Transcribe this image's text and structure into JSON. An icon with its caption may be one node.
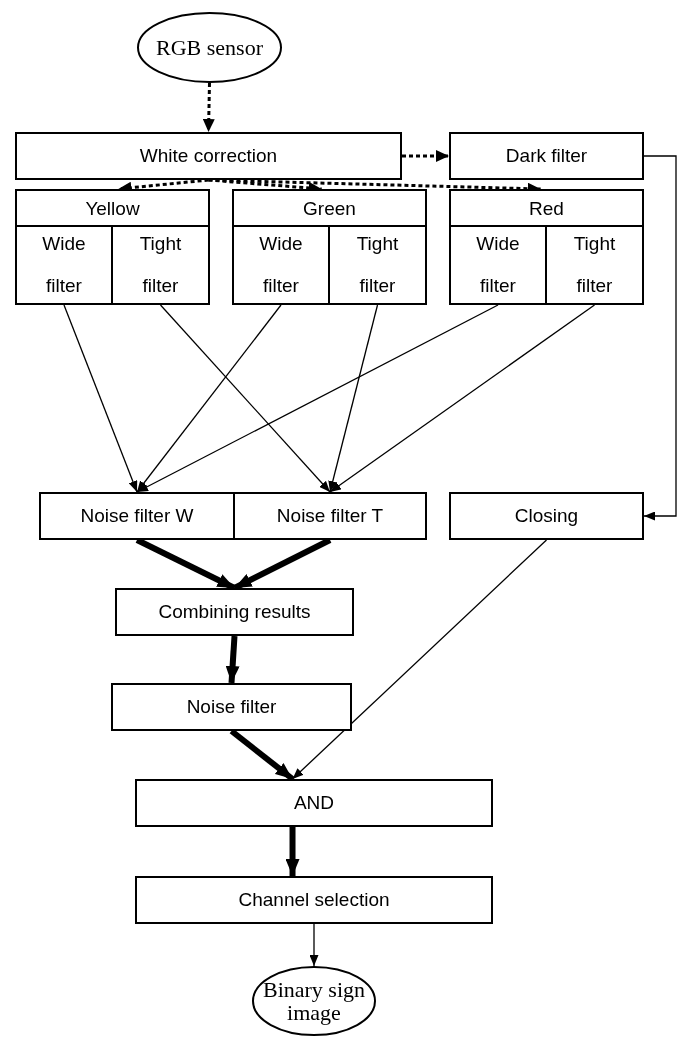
{
  "diagram": {
    "nodes": [
      {
        "text": [
          "RGB sensor"
        ]
      },
      {
        "text": [
          "White correction"
        ]
      },
      {
        "text": [
          "Dark filter"
        ]
      },
      {
        "text": [
          "Yellow"
        ]
      },
      {
        "text": [
          "Wide filter"
        ],
        "in": 3
      },
      {
        "text": [
          "Tight filter"
        ],
        "in": 3
      },
      {
        "text": [
          "Green"
        ]
      },
      {
        "text": [
          "Wide filter"
        ],
        "in": 6
      },
      {
        "text": [
          "Tight filter"
        ],
        "in": 6
      },
      {
        "text": [
          "Red"
        ]
      },
      {
        "text": [
          "Wide filter"
        ],
        "in": 9
      },
      {
        "text": [
          "Tight filter"
        ],
        "in": 9
      },
      {
        "text": [
          "Noise filter W"
        ]
      },
      {
        "text": [
          "Noise filter T"
        ]
      },
      {
        "text": [
          "Closing"
        ]
      },
      {
        "text": [
          "Combining results"
        ]
      },
      {
        "text": [
          "Noise filter"
        ]
      },
      {
        "text": [
          "AND"
        ]
      },
      {
        "text": [
          "Channel selection"
        ]
      },
      {
        "text": [
          "Binary sign image"
        ]
      }
    ],
    "edges": [
      {
        "from": 0,
        "to": 1,
        "arrow": "to",
        "style": "dashed"
      },
      {
        "from": 1,
        "to": 2,
        "arrow": "to",
        "style": "dashed"
      },
      {
        "from": 1,
        "to": 3,
        "arrow": "to",
        "style": "dashed"
      },
      {
        "from": 1,
        "to": 6,
        "arrow": "to",
        "style": "dashed"
      },
      {
        "from": 1,
        "to": 9,
        "arrow": "to",
        "style": "dashed"
      },
      {
        "from": 2,
        "to": 14,
        "arrow": "to"
      },
      {
        "from": 4,
        "to": 12,
        "arrow": "to"
      },
      {
        "from": 5,
        "to": 13,
        "arrow": "to"
      },
      {
        "from": 7,
        "to": 12,
        "arrow": "to"
      },
      {
        "from": 8,
        "to": 13,
        "arrow": "to"
      },
      {
        "from": 10,
        "to": 12,
        "arrow": "to"
      },
      {
        "from": 11,
        "to": 13,
        "arrow": "to"
      },
      {
        "from": 12,
        "to": 15,
        "arrow": "to",
        "style": "thick"
      },
      {
        "from": 13,
        "to": 15,
        "arrow": "to",
        "style": "thick"
      },
      {
        "from": 15,
        "to": 16,
        "arrow": "to",
        "style": "thick"
      },
      {
        "from": 16,
        "to": 17,
        "arrow": "to",
        "style": "thick"
      },
      {
        "from": 14,
        "to": 17,
        "arrow": "to"
      },
      {
        "from": 17,
        "to": 18,
        "arrow": "to",
        "style": "thick"
      },
      {
        "from": 18,
        "to": 19,
        "arrow": "to"
      }
    ]
  }
}
